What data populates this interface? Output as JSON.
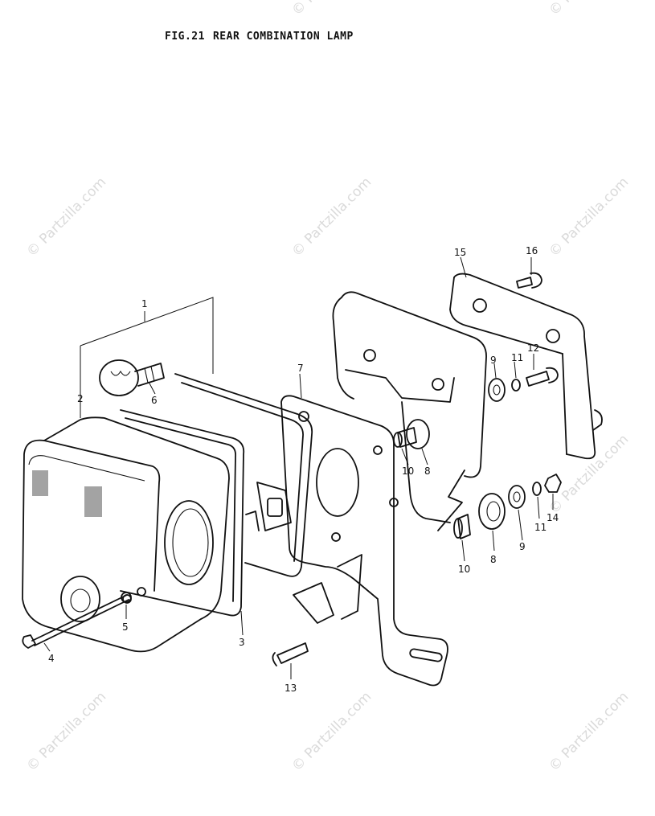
{
  "figure": {
    "fig_no": "FIG.21",
    "title": "REAR COMBINATION LAMP"
  },
  "watermark": "© Partzilla.com",
  "callouts": {
    "c1": "1",
    "c2": "2",
    "c3": "3",
    "c4": "4",
    "c5": "5",
    "c6": "6",
    "c7": "7",
    "c8a": "8",
    "c8b": "8",
    "c9a": "9",
    "c9b": "9",
    "c10a": "10",
    "c10b": "10",
    "c11a": "11",
    "c11b": "11",
    "c12": "12",
    "c13": "13",
    "c14": "14",
    "c15": "15",
    "c16": "16"
  }
}
